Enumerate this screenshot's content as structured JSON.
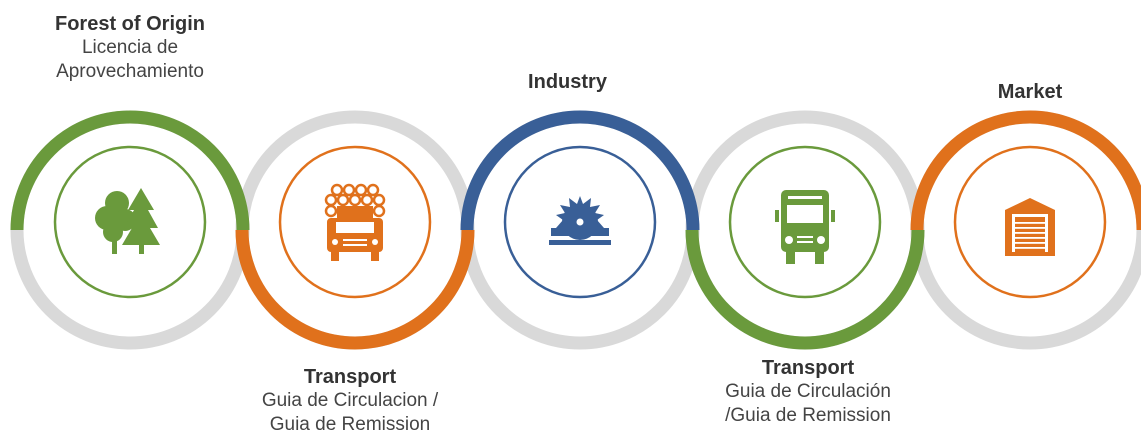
{
  "stages": [
    {
      "title": "Forest of Origin",
      "lines": [
        "Licencia de",
        "Aprovechamiento"
      ],
      "icon": "trees-icon",
      "color": "#6a9a3c"
    },
    {
      "title": "Transport",
      "lines": [
        "Guia de Circulacion /",
        "Guia de Remission"
      ],
      "icon": "log-truck-icon",
      "color": "#e0711c"
    },
    {
      "title": "Industry",
      "lines": [],
      "icon": "sawmill-icon",
      "color": "#395f97"
    },
    {
      "title": "Transport",
      "lines": [
        "Guia de Circulación",
        "/Guia de Remission"
      ],
      "icon": "truck-icon",
      "color": "#6a9a3c"
    },
    {
      "title": "Market",
      "lines": [],
      "icon": "warehouse-icon",
      "color": "#e0711c"
    }
  ],
  "colors": {
    "ring_track": "#d9d9d9",
    "text": "#444444"
  }
}
